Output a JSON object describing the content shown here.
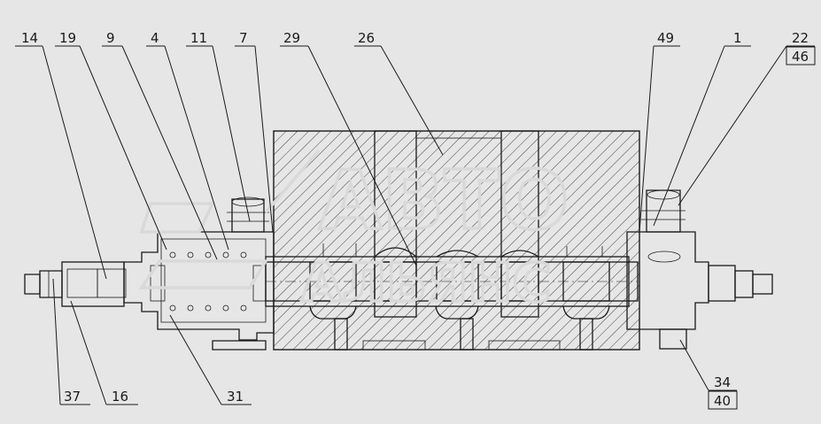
{
  "callouts_top": [
    "14",
    "19",
    "9",
    "4",
    "11",
    "7",
    "29",
    "26",
    "49",
    "1",
    "22",
    "46"
  ],
  "callouts_bottom": [
    "37",
    "16",
    "31",
    "34",
    "40"
  ],
  "watermark": {
    "line1": "АВТО",
    "line2": "АЛЬЯНС"
  },
  "colors": {
    "background": "#e6e6e6",
    "ink": "#1a1a1a",
    "watermark": "#d9d9d9"
  }
}
